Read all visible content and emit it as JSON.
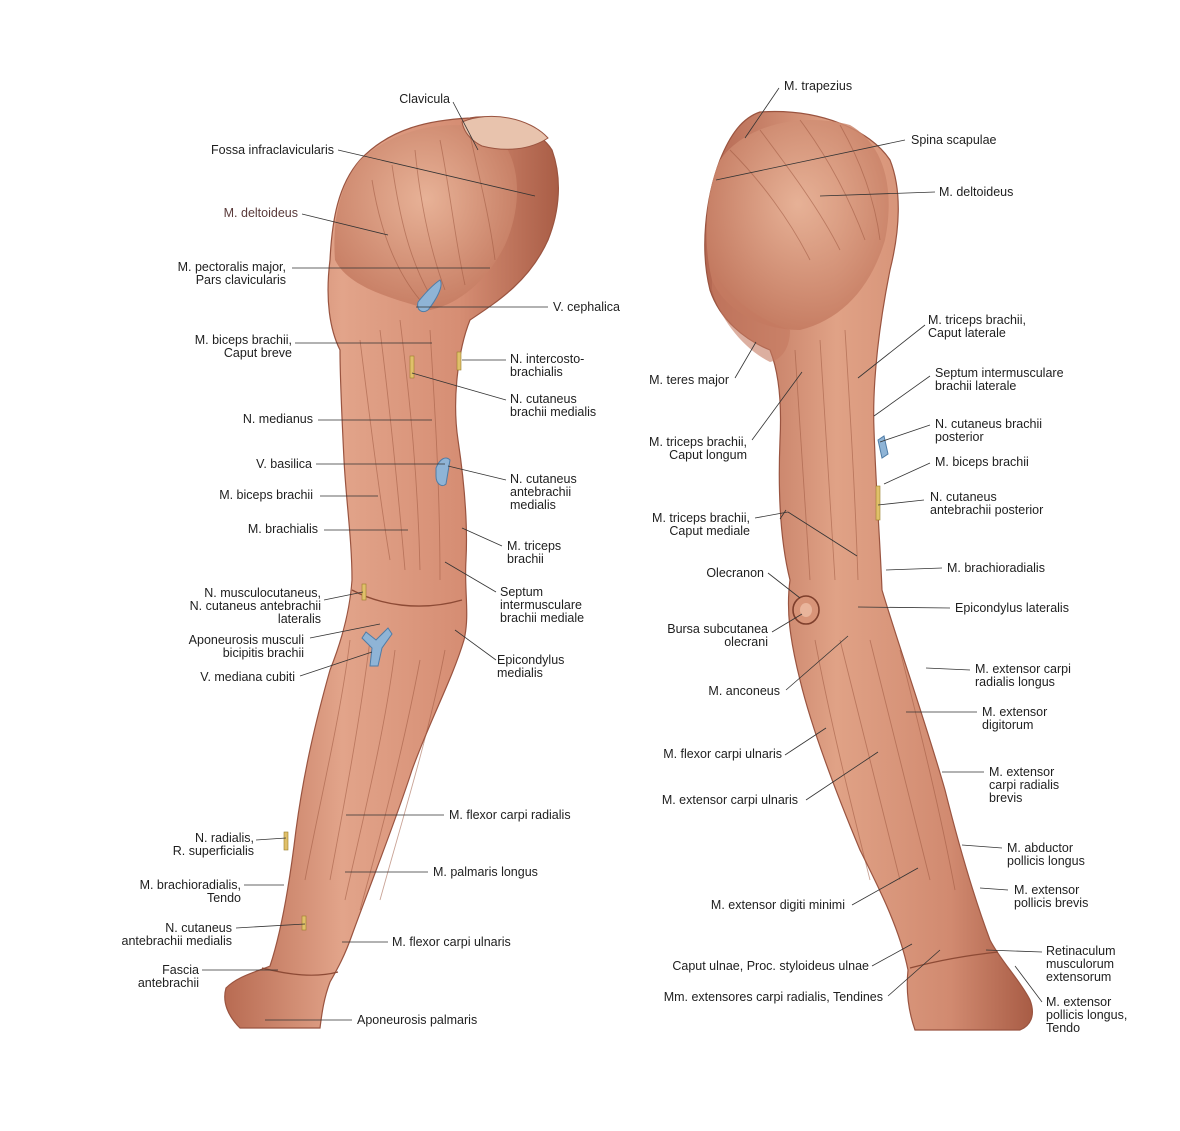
{
  "colors": {
    "muscle": "#d8947a",
    "muscle_dark": "#a8604a",
    "muscle_light": "#ecc2aa",
    "vein": "#8fb4d6",
    "nerve": "#e0c06a",
    "leader": "#333333"
  },
  "anterior": {
    "clavicula": "Clavicula",
    "fossa_infraclavicularis": "Fossa infraclavicularis",
    "deltoideus": "M. deltoideus",
    "pectoralis_major": "M. pectoralis major,\nPars clavicularis",
    "v_cephalica": "V. cephalica",
    "biceps_caput_breve": "M. biceps brachii,\nCaput breve",
    "n_intercostobrachialis": "N. intercosto-\nbrachialis",
    "n_cutaneus_brachii_medialis": "N. cutaneus\nbrachii medialis",
    "n_medianus": "N. medianus",
    "v_basilica": "V. basilica",
    "n_cutaneus_antebrachii_medialis": "N. cutaneus\nantebrachii\nmedialis",
    "biceps_brachii": "M. biceps brachii",
    "brachialis": "M. brachialis",
    "triceps_brachii": "M. triceps\nbrachii",
    "n_musculocutaneus": "N. musculocutaneus,\nN. cutaneus antebrachii\nlateralis",
    "septum_mediale": "Septum\nintermusculare\nbrachii mediale",
    "aponeurosis_bicipitis": "Aponeurosis musculi\nbicipitis brachii",
    "epicondylus_medialis": "Epicondylus\nmedialis",
    "v_mediana_cubiti": "V. mediana cubiti",
    "flexor_carpi_radialis": "M. flexor carpi radialis",
    "n_radialis_superficialis": "N. radialis,\nR. superficialis",
    "palmaris_longus": "M. palmaris longus",
    "brachioradialis_tendo": "M. brachioradialis,\nTendo",
    "n_cutaneus_antebrachii_medialis_2": "N. cutaneus\nantebrachii medialis",
    "flexor_carpi_ulnaris": "M. flexor carpi ulnaris",
    "fascia_antebrachii": "Fascia\nantebrachii",
    "aponeurosis_palmaris": "Aponeurosis palmaris"
  },
  "posterior": {
    "trapezius": "M. trapezius",
    "spina_scapulae": "Spina scapulae",
    "deltoideus": "M. deltoideus",
    "triceps_caput_laterale": "M. triceps brachii,\nCaput laterale",
    "teres_major": "M. teres major",
    "septum_laterale": "Septum intermusculare\nbrachii laterale",
    "n_cutaneus_brachii_posterior": "N. cutaneus brachii\nposterior",
    "triceps_caput_longum": "M. triceps brachii,\nCaput longum",
    "biceps_brachii": "M. biceps brachii",
    "n_cutaneus_antebrachii_posterior": "N. cutaneus\nantebrachii posterior",
    "triceps_caput_mediale": "M. triceps brachii,\nCaput mediale",
    "olecranon": "Olecranon",
    "brachioradialis": "M. brachioradialis",
    "epicondylus_lateralis": "Epicondylus lateralis",
    "bursa_subcutanea": "Bursa subcutanea\nolecrani",
    "extensor_carpi_radialis_longus": "M. extensor carpi\nradialis longus",
    "anconeus": "M. anconeus",
    "extensor_digitorum": "M. extensor\ndigitorum",
    "flexor_carpi_ulnaris": "M. flexor carpi ulnaris",
    "extensor_carpi_radialis_brevis": "M. extensor\ncarpi radialis\nbrevis",
    "extensor_carpi_ulnaris": "M. extensor carpi ulnaris",
    "abductor_pollicis_longus": "M. abductor\npollicis longus",
    "extensor_pollicis_brevis": "M. extensor\npollicis brevis",
    "extensor_digiti_minimi": "M. extensor digiti minimi",
    "retinaculum": "Retinaculum\nmusculorum\nextensorum",
    "caput_ulnae": "Caput ulnae, Proc. styloideus ulnae",
    "mm_extensores_tendines": "Mm. extensores carpi radialis, Tendines",
    "extensor_pollicis_longus_tendo": "M. extensor\npollicis longus,\nTendo"
  }
}
